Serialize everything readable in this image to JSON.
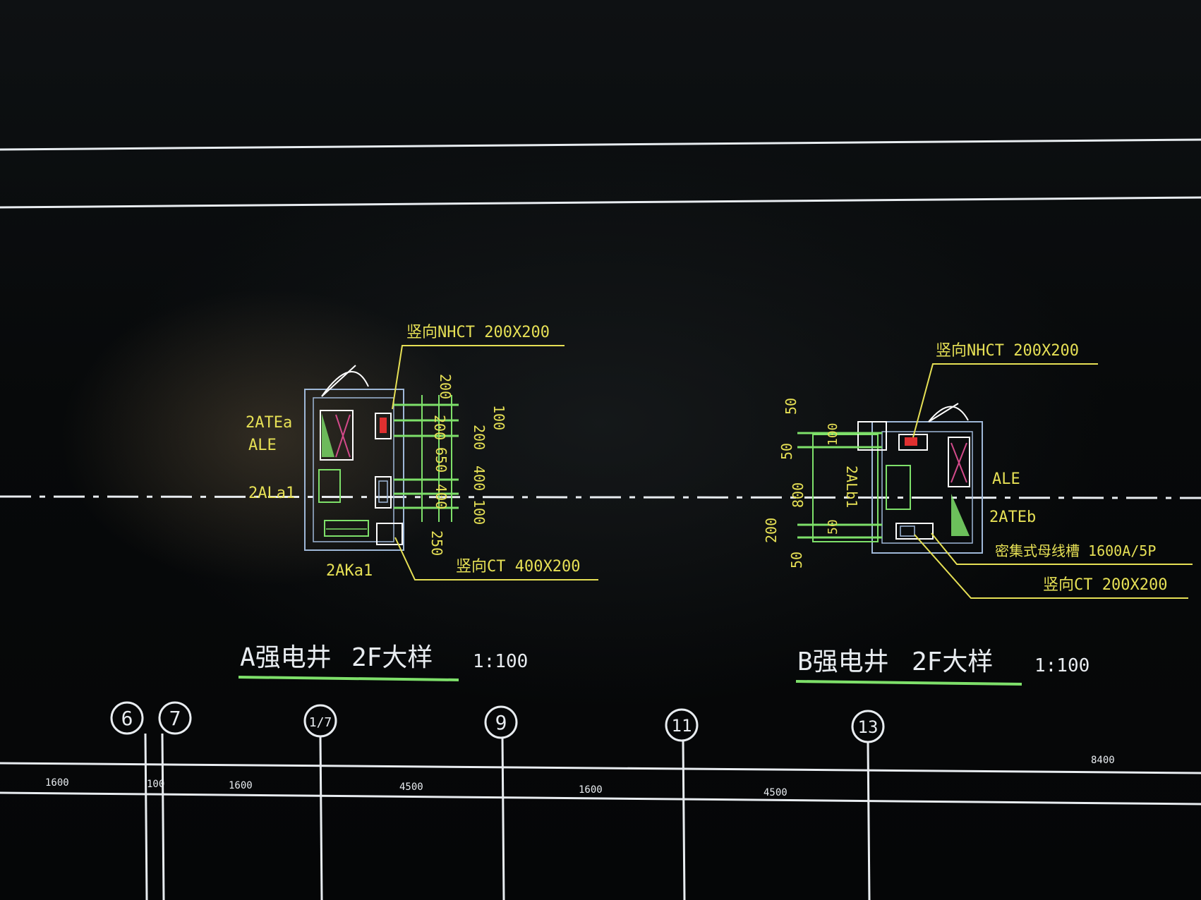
{
  "colors": {
    "background": "#050607",
    "white_line": "#e8ecf0",
    "yellow": "#e6e055",
    "green": "#7ee06a",
    "cyan_box": "#9fb8d8",
    "red": "#e03030",
    "magenta": "#d24a8a"
  },
  "detail_a": {
    "title": "A强电井",
    "subtitle": "2F大样",
    "scale": "1:100",
    "labels": {
      "tray_top": "竖向NHCT 200X200",
      "tray_bottom": "竖向CT 400X200",
      "panel_1": "2ATEa",
      "panel_2": "ALE",
      "panel_3": "2ALa1",
      "panel_4": "2AKa1"
    },
    "dims": [
      "200",
      "200",
      "650",
      "200",
      "400",
      "400",
      "100",
      "100",
      "250"
    ]
  },
  "detail_b": {
    "title": "B强电井",
    "subtitle": "2F大样",
    "scale": "1:100",
    "labels": {
      "tray_top": "竖向NHCT 200X200",
      "busway": "密集式母线槽 1600A/5P",
      "tray_bottom": "竖向CT 200X200",
      "panel_1": "ALE",
      "panel_2": "2ATEb",
      "panel_3": "2ALb1"
    },
    "dims": [
      "50",
      "50",
      "800",
      "200",
      "50",
      "100",
      "50"
    ]
  },
  "grid_axes": [
    {
      "label": "6"
    },
    {
      "label": "7"
    },
    {
      "label": "1/7"
    },
    {
      "label": "9"
    },
    {
      "label": "11"
    },
    {
      "label": "13"
    }
  ],
  "bottom_dims": [
    "1600",
    "100",
    "1600",
    "4500",
    "1600",
    "4500",
    "8400"
  ]
}
